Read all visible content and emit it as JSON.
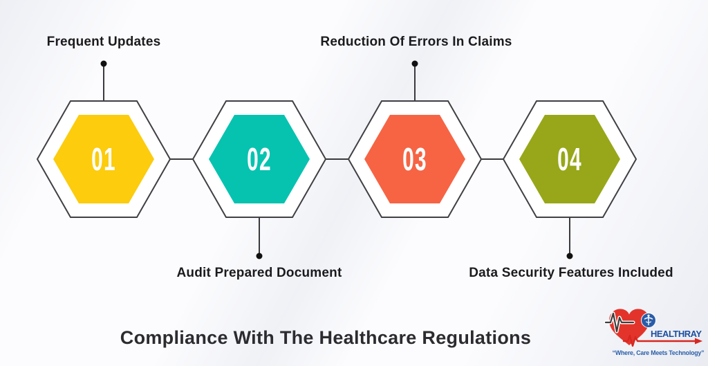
{
  "title": {
    "text": "Compliance With The Healthcare Regulations"
  },
  "steps": [
    {
      "number": "01",
      "label": "Frequent Updates",
      "color": "#FCCC0D",
      "label_position": "top"
    },
    {
      "number": "02",
      "label": "Audit Prepared Document",
      "color": "#06C3B0",
      "label_position": "bottom"
    },
    {
      "number": "03",
      "label": "Reduction Of Errors In Claims",
      "color": "#F66444",
      "label_position": "top"
    },
    {
      "number": "04",
      "label": "Data Security Features Included",
      "color": "#97A719",
      "label_position": "bottom"
    }
  ],
  "logo": {
    "brand": "HEALTHRAY",
    "tagline": "“Where, Care Meets Technology”",
    "icons": [
      "heart-ekg-icon",
      "caduceus-icon",
      "ekg-arrow-icon"
    ],
    "colors": {
      "blue": "#2A5DA8",
      "red": "#E3342B",
      "arrow_red": "#D72620"
    }
  },
  "colors": {
    "background": "#FCFCFE",
    "background_streak": "#E7EAF0",
    "hex_outline": "#3F3F44",
    "connector_line": "#3A3A3E",
    "connector_dot": "#111111",
    "label_text": "#1B1B1E",
    "title_text": "#2C2C30",
    "number_text": "#FFFFFF"
  }
}
